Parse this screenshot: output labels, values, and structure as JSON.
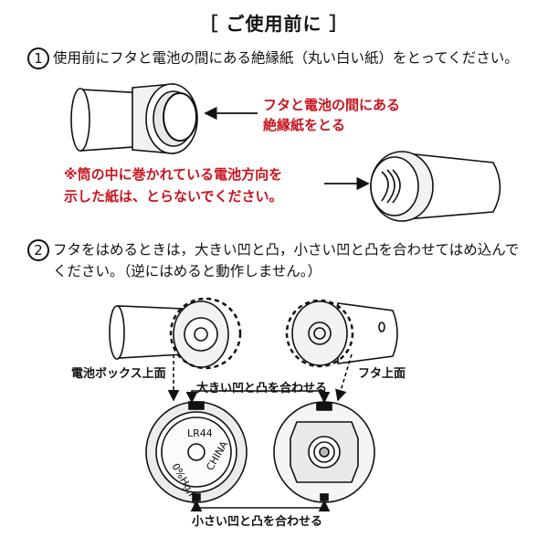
{
  "title": "［ ご使用前に ］",
  "step1": {
    "num": "1",
    "text": "使用前にフタと電池の間にある絶縁紙（丸い白い紙）をとってください。",
    "callout_line1": "フタと電池の間にある",
    "callout_line2": "絶縁紙をとる",
    "warning_line1": "※筒の中に巻かれている電池方向を",
    "warning_line2": "示した紙は、とらないでください。"
  },
  "step2": {
    "num": "2",
    "text_line1": "フタをはめるときは，大きい凹と凸，小さい凹と凸を合わせてはめ込んで",
    "text_line2": "ください。（逆にはめると動作しません。）",
    "battery_top_label": "電池ボックス上面",
    "lid_top_label": "フタ上面",
    "big_match_label": "大きい凹と凸を合わせる",
    "small_match_label": "小さい凹と凸を合わせる"
  },
  "battery_markings": {
    "model": "LR44",
    "composition": "0%Hg,Pb",
    "origin": "CHINA",
    "polarity": "+"
  },
  "colors": {
    "warning": "#c8141e",
    "ink": "#111111",
    "shade": "#d9d9d9"
  }
}
